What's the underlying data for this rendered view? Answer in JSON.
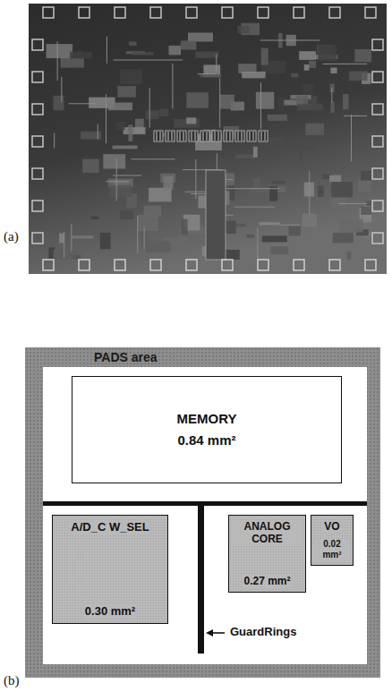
{
  "diagram": {
    "nodes": [
      {
        "text": [
          "PADS area"
        ]
      },
      {
        "text": [
          "MEMORY",
          "0.84 mm²"
        ],
        "in": 0
      },
      {
        "text": [
          "A/D_C W_SEL",
          "0.30 mm²"
        ],
        "in": 0
      },
      {
        "text": [
          "ANALOG CORE",
          "0.27 mm²"
        ],
        "in": 0
      },
      {
        "text": [
          "VO",
          "0.02 mm²"
        ],
        "in": 0
      }
    ],
    "labels": [
      "(a)",
      "(b)",
      "GuardRings"
    ]
  }
}
